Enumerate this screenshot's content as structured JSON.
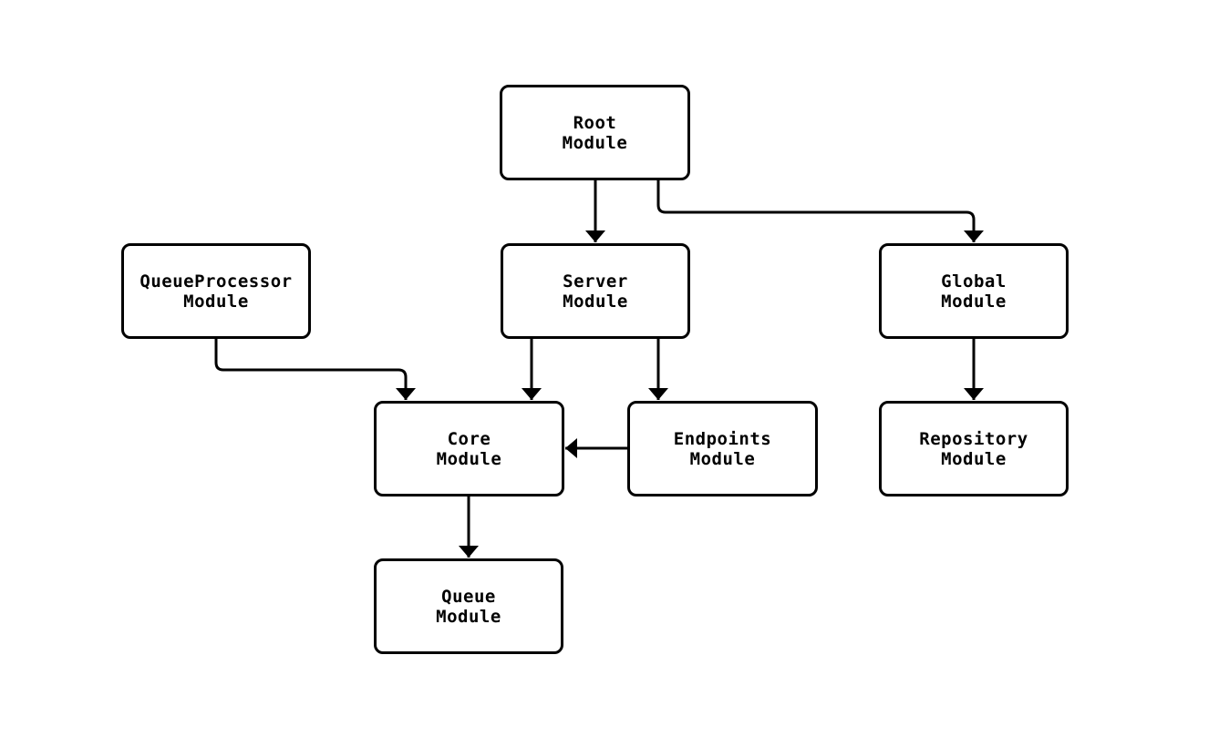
{
  "diagram": {
    "background_color": "#ffffff",
    "stroke_color": "#000000",
    "text_color": "#000000",
    "nodes": [
      {
        "id": "root",
        "label": "Root\nModule"
      },
      {
        "id": "server",
        "label": "Server\nModule"
      },
      {
        "id": "global",
        "label": "Global\nModule"
      },
      {
        "id": "queueProcessor",
        "label": "QueueProcessor\nModule"
      },
      {
        "id": "core",
        "label": "Core\nModule"
      },
      {
        "id": "endpoints",
        "label": "Endpoints\nModule"
      },
      {
        "id": "repository",
        "label": "Repository\nModule"
      },
      {
        "id": "queue",
        "label": "Queue\nModule"
      }
    ],
    "edges": [
      {
        "from": "root",
        "to": "server"
      },
      {
        "from": "root",
        "to": "global"
      },
      {
        "from": "queueProcessor",
        "to": "core"
      },
      {
        "from": "server",
        "to": "core"
      },
      {
        "from": "server",
        "to": "endpoints"
      },
      {
        "from": "endpoints",
        "to": "core"
      },
      {
        "from": "global",
        "to": "repository"
      },
      {
        "from": "core",
        "to": "queue"
      }
    ]
  }
}
